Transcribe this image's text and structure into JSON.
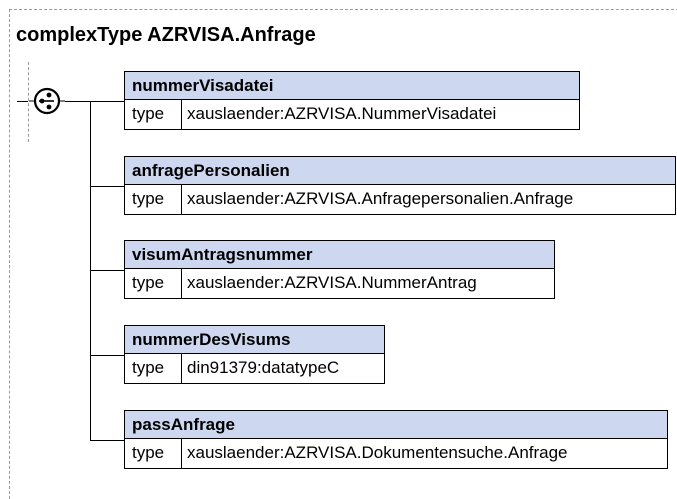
{
  "complex_type": {
    "title": "complexType AZRVISA.Anfrage",
    "compositor_icon": "sequence-icon"
  },
  "elements": [
    {
      "name": "nummerVisadatei",
      "type_key": "type",
      "type_value": "xauslaender:AZRVISA.NummerVisadatei"
    },
    {
      "name": "anfragePersonalien",
      "type_key": "type",
      "type_value": "xauslaender:AZRVISA.Anfragepersonalien.Anfrage"
    },
    {
      "name": "visumAntragsnummer",
      "type_key": "type",
      "type_value": "xauslaender:AZRVISA.NummerAntrag"
    },
    {
      "name": "nummerDesVisums",
      "type_key": "type",
      "type_value": "din91379:datatypeC"
    },
    {
      "name": "passAnfrage",
      "type_key": "type",
      "type_value": "xauslaender:AZRVISA.Dokumentensuche.Anfrage"
    }
  ]
}
